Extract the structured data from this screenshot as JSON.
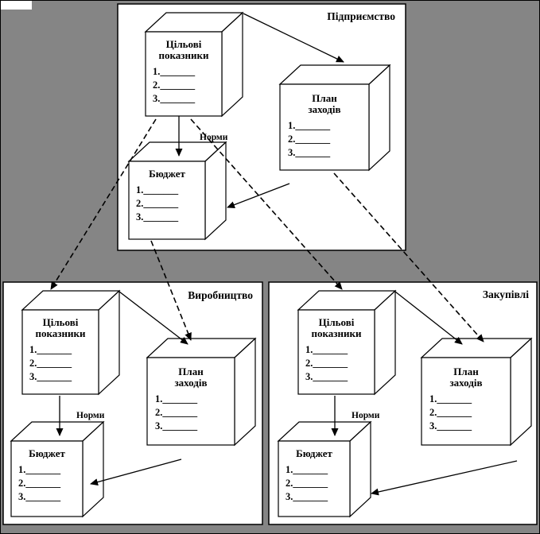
{
  "diagram": {
    "panels": {
      "enterprise": {
        "title": "Підприємство"
      },
      "production": {
        "title": "Виробництво"
      },
      "procurement": {
        "title": "Закупівлі"
      }
    },
    "cube_labels": {
      "targets_title_1": "Цільові",
      "targets_title_2": "показники",
      "plan_title_1": "План",
      "plan_title_2": "заходів",
      "budget_title": "Бюджет",
      "norms": "Норми",
      "items": [
        "1._______",
        "2._______",
        "3._______"
      ]
    },
    "colors": {
      "background": "#858585",
      "panel_fill": "#ffffff",
      "stroke": "#000000"
    }
  }
}
